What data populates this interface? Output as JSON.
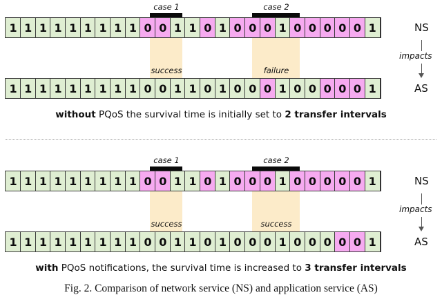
{
  "figure": {
    "caption": "Fig. 2.  Comparison of network service (NS) and application service (AS)",
    "separator_name": "panel-divider"
  },
  "labels": {
    "ns": "NS",
    "as": "AS",
    "impacts": "impacts",
    "case1": "case 1",
    "case2": "case 2",
    "success": "success",
    "failure": "failure"
  },
  "colors": {
    "green_cell": "#dfeed2",
    "pink_cell": "#f6aaf0",
    "highlight_band": "#fcebc9",
    "cell_border": "#3a3a3a",
    "case_bar": "#0a0a0a"
  },
  "panels": [
    {
      "id": "without-pqos",
      "caption_prefix": "without",
      "caption_rest": " PQoS the survival time is initially set to ",
      "caption_suffix": "2 transfer intervals",
      "ns_row": {
        "name": "ns-bit-row-1",
        "bits": [
          "1",
          "1",
          "1",
          "1",
          "1",
          "1",
          "1",
          "1",
          "1",
          "0",
          "0",
          "1",
          "1",
          "0",
          "1",
          "0",
          "0",
          "0",
          "1",
          "0",
          "0",
          "0",
          "0",
          "0",
          "1"
        ],
        "states": [
          "green",
          "green",
          "green",
          "green",
          "green",
          "green",
          "green",
          "green",
          "green",
          "pink",
          "pink",
          "green",
          "green",
          "pink",
          "green",
          "pink",
          "pink",
          "pink",
          "green",
          "pink",
          "pink",
          "pink",
          "pink",
          "pink",
          "green"
        ]
      },
      "as_row": {
        "name": "as-bit-row-1",
        "bits": [
          "1",
          "1",
          "1",
          "1",
          "1",
          "1",
          "1",
          "1",
          "1",
          "0",
          "0",
          "1",
          "1",
          "0",
          "1",
          "0",
          "0",
          "0",
          "1",
          "0",
          "0",
          "0",
          "0",
          "0",
          "1"
        ],
        "states": [
          "green",
          "green",
          "green",
          "green",
          "green",
          "green",
          "green",
          "green",
          "green",
          "green",
          "green",
          "green",
          "green",
          "green",
          "green",
          "green",
          "green",
          "pink",
          "green",
          "green",
          "green",
          "pink",
          "pink",
          "pink",
          "green"
        ]
      },
      "outcomes": [
        "success",
        "failure"
      ]
    },
    {
      "id": "with-pqos",
      "caption_prefix": "with",
      "caption_rest": " PQoS notifications, the survival time is increased to ",
      "caption_suffix": "3 transfer intervals",
      "ns_row": {
        "name": "ns-bit-row-2",
        "bits": [
          "1",
          "1",
          "1",
          "1",
          "1",
          "1",
          "1",
          "1",
          "1",
          "0",
          "0",
          "1",
          "1",
          "0",
          "1",
          "0",
          "0",
          "0",
          "1",
          "0",
          "0",
          "0",
          "0",
          "0",
          "1"
        ],
        "states": [
          "green",
          "green",
          "green",
          "green",
          "green",
          "green",
          "green",
          "green",
          "green",
          "pink",
          "pink",
          "green",
          "green",
          "pink",
          "green",
          "pink",
          "pink",
          "pink",
          "green",
          "pink",
          "pink",
          "pink",
          "pink",
          "pink",
          "green"
        ]
      },
      "as_row": {
        "name": "as-bit-row-2",
        "bits": [
          "1",
          "1",
          "1",
          "1",
          "1",
          "1",
          "1",
          "1",
          "1",
          "0",
          "0",
          "1",
          "1",
          "0",
          "1",
          "0",
          "0",
          "0",
          "1",
          "0",
          "0",
          "0",
          "0",
          "0",
          "1"
        ],
        "states": [
          "green",
          "green",
          "green",
          "green",
          "green",
          "green",
          "green",
          "green",
          "green",
          "green",
          "green",
          "green",
          "green",
          "green",
          "green",
          "green",
          "green",
          "green",
          "green",
          "green",
          "green",
          "green",
          "pink",
          "pink",
          "green"
        ]
      },
      "outcomes": [
        "success",
        "success"
      ]
    }
  ],
  "case_spans": {
    "case1_start_index": 9,
    "case1_end_index": 10,
    "case2_start_index": 16,
    "case2_end_index": 18
  }
}
